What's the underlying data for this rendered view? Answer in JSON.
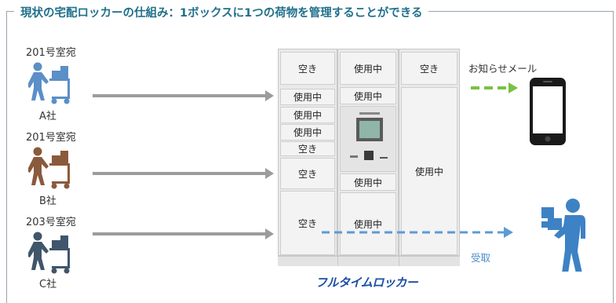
{
  "title": "現状の宅配ロッカーの仕組み：1ボックスに1つの荷物を管理することができる",
  "deliveries": [
    {
      "address": "201号室宛",
      "company": "A社"
    },
    {
      "address": "201号室宛",
      "company": "B社"
    },
    {
      "address": "203号室宛",
      "company": "C社"
    }
  ],
  "locker": {
    "col1": [
      "空き",
      "使用中",
      "使用中",
      "使用中",
      "空き",
      "空き",
      "空き"
    ],
    "col2": [
      "使用中",
      "使用中",
      "使用中",
      "使用中"
    ],
    "col3": [
      "空き",
      "使用中"
    ],
    "brand": "フルタイムロッカー"
  },
  "notification_label": "お知らせメール",
  "receive_label": "受取",
  "colors": {
    "title": "#1f6f8b",
    "notify_arrow": "#7ac143",
    "receive_arrow": "#5b9bd5",
    "person_a": "#5b8fc7",
    "person_b": "#8a5a3c",
    "person_c": "#3f566b"
  }
}
